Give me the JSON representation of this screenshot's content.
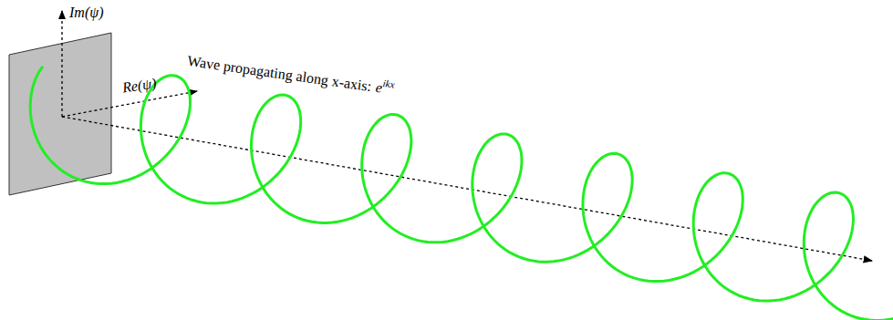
{
  "diagram": {
    "labels": [
      "Im(ψ)",
      "Re(ψ)",
      "Wave propagating along x-axis:",
      "e",
      "ikx"
    ]
  }
}
